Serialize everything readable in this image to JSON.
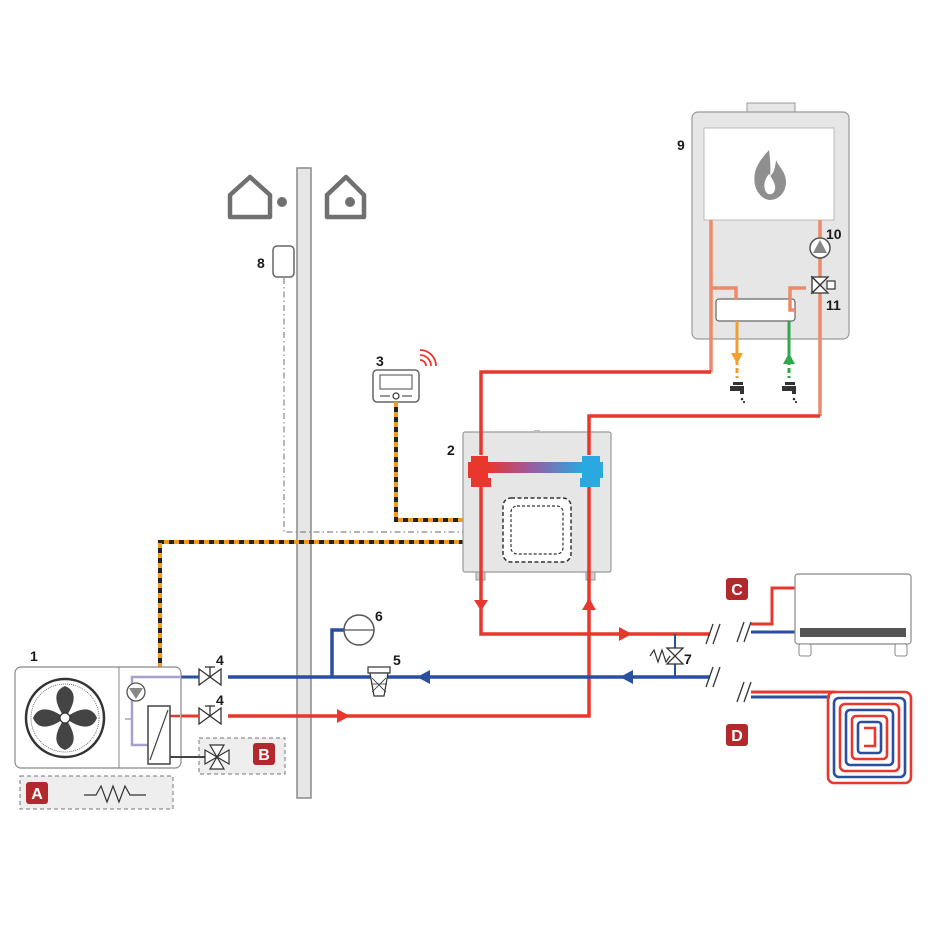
{
  "labels": {
    "outdoor_unit": "1",
    "hydronic_module": "2",
    "controller": "3",
    "valve_top": "4",
    "valve_bottom": "4",
    "filter": "5",
    "expansion_vessel": "6",
    "bypass_valve": "7",
    "outdoor_sensor": "8",
    "boiler": "9",
    "boiler_pump": "10",
    "diverter_valve": "11"
  },
  "badges": {
    "a": "A",
    "b": "B",
    "c": "C",
    "d": "D"
  },
  "colors": {
    "hot": "#e8372d",
    "cold": "#2b4fa0",
    "lilac": "#a8a0cc",
    "boiler_hot": "#ec8a6a",
    "dhw_out": "#f0a030",
    "dhw_in": "#2ea84a",
    "badge": "#b3282d",
    "signal_orange": "#f39a1e",
    "signal_dark": "#222222",
    "wall": "#bdbdbd",
    "outline": "#555555"
  }
}
